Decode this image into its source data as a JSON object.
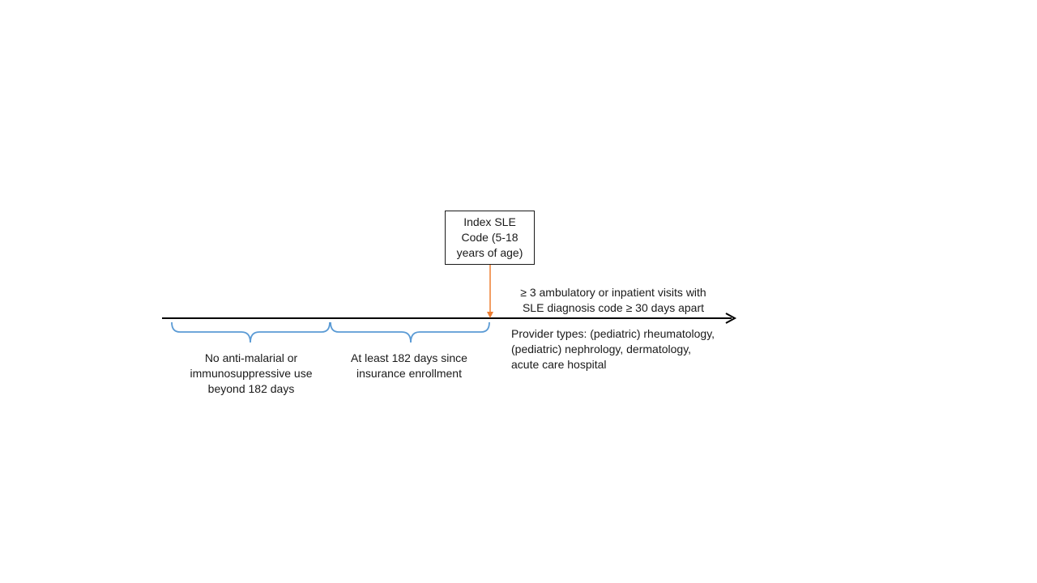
{
  "diagram": {
    "index_box": "Index SLE\nCode (5-18\nyears of age)",
    "visits_text": "≥ 3 ambulatory  or inpatient visits with\nSLE diagnosis code ≥ 30 days apart",
    "providers_text": "Provider types: (pediatric) rheumatology,\n(pediatric) nephrology, dermatology,\nacute care hospital",
    "brace_left_text": "No anti-malarial or\nimmunosuppressive use\nbeyond 182 days",
    "brace_right_text": "At least 182 days since\ninsurance enrollment",
    "colors": {
      "timeline": "#000000",
      "braces": "#5b9bd5",
      "index_arrow": "#ed7d31",
      "text": "#1a1a1a"
    }
  }
}
